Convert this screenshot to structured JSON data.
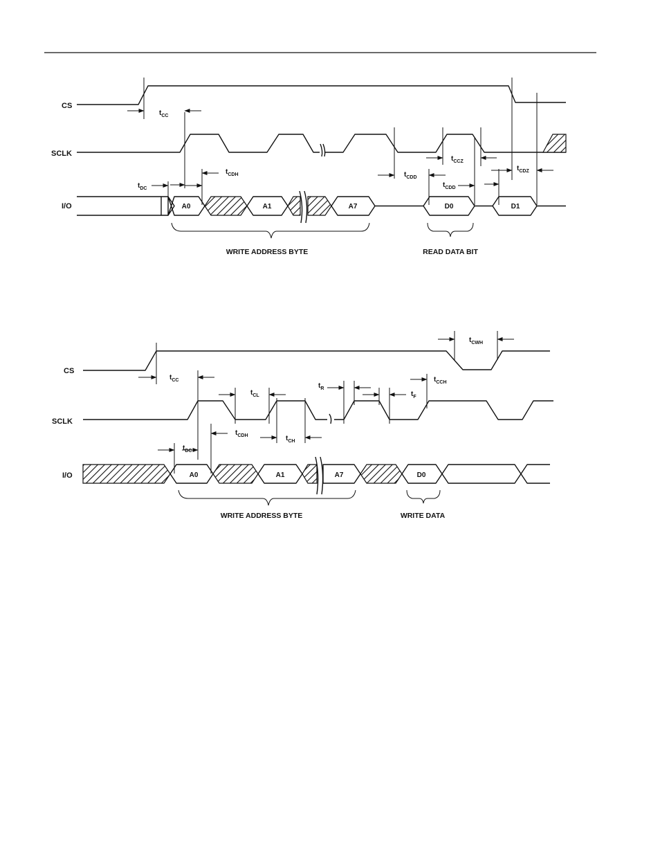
{
  "diagram1": {
    "signals": [
      "CS",
      "SCLK",
      "I/O"
    ],
    "boxes": {
      "a0": "A0",
      "a1": "A1",
      "a7": "A7",
      "d0": "D0",
      "d1": "D1"
    },
    "timings": {
      "tcc": {
        "main": "t",
        "sub": "CC"
      },
      "tcdh": {
        "main": "t",
        "sub": "CDH"
      },
      "tdc": {
        "main": "t",
        "sub": "DC"
      },
      "tccz": {
        "main": "t",
        "sub": "CCZ"
      },
      "tcdd1": {
        "main": "t",
        "sub": "CDD"
      },
      "tcdd2": {
        "main": "t",
        "sub": "CDD"
      },
      "tcdz": {
        "main": "t",
        "sub": "CDZ"
      }
    },
    "captions": {
      "write_addr": "WRITE ADDRESS BYTE",
      "read_data": "READ DATA BIT"
    }
  },
  "diagram2": {
    "signals": [
      "CS",
      "SCLK",
      "I/O"
    ],
    "boxes": {
      "a0": "A0",
      "a1": "A1",
      "a7": "A7",
      "d0": "D0"
    },
    "timings": {
      "tcc": {
        "main": "t",
        "sub": "CC"
      },
      "tcl": {
        "main": "t",
        "sub": "CL"
      },
      "tr": {
        "main": "t",
        "sub": "R"
      },
      "tf": {
        "main": "t",
        "sub": "F"
      },
      "tcch": {
        "main": "t",
        "sub": "CCH"
      },
      "tcwh": {
        "main": "t",
        "sub": "CWH"
      },
      "tdc": {
        "main": "t",
        "sub": "DC"
      },
      "tcdh": {
        "main": "t",
        "sub": "CDH"
      },
      "tch": {
        "main": "t",
        "sub": "CH"
      }
    },
    "captions": {
      "write_addr": "WRITE ADDRESS BYTE",
      "write_data": "WRITE DATA"
    }
  }
}
